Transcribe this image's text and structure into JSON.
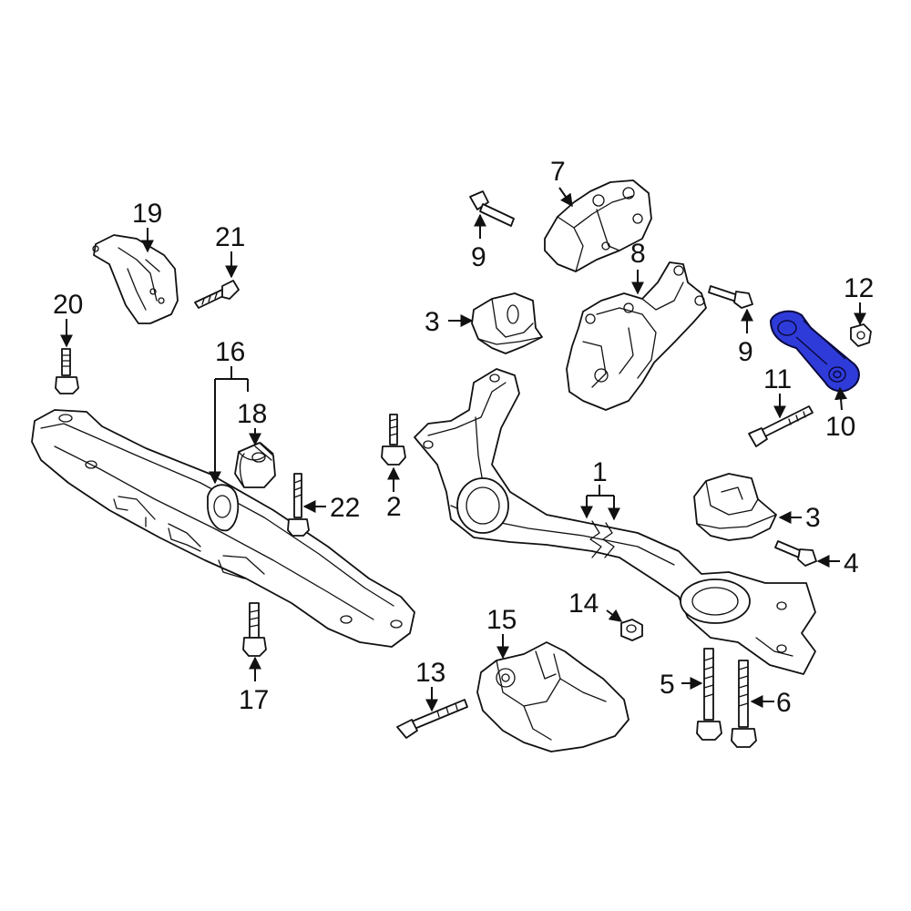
{
  "diagram": {
    "highlight_color": "#2f3bd9",
    "callouts": {
      "c1": "1",
      "c2": "2",
      "c3a": "3",
      "c3b": "3",
      "c4": "4",
      "c5": "5",
      "c6": "6",
      "c7": "7",
      "c8": "8",
      "c9a": "9",
      "c9b": "9",
      "c10": "10",
      "c11": "11",
      "c12": "12",
      "c13": "13",
      "c14": "14",
      "c15": "15",
      "c16": "16",
      "c17": "17",
      "c18": "18",
      "c19": "19",
      "c20": "20",
      "c21": "21",
      "c22": "22"
    }
  }
}
